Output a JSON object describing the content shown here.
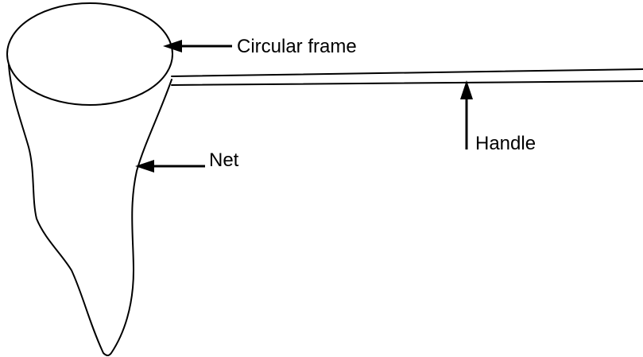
{
  "labels": {
    "frame": "Circular frame",
    "handle": "Handle",
    "net": "Net"
  },
  "colors": {
    "stroke": "#000000",
    "background": "#ffffff"
  }
}
